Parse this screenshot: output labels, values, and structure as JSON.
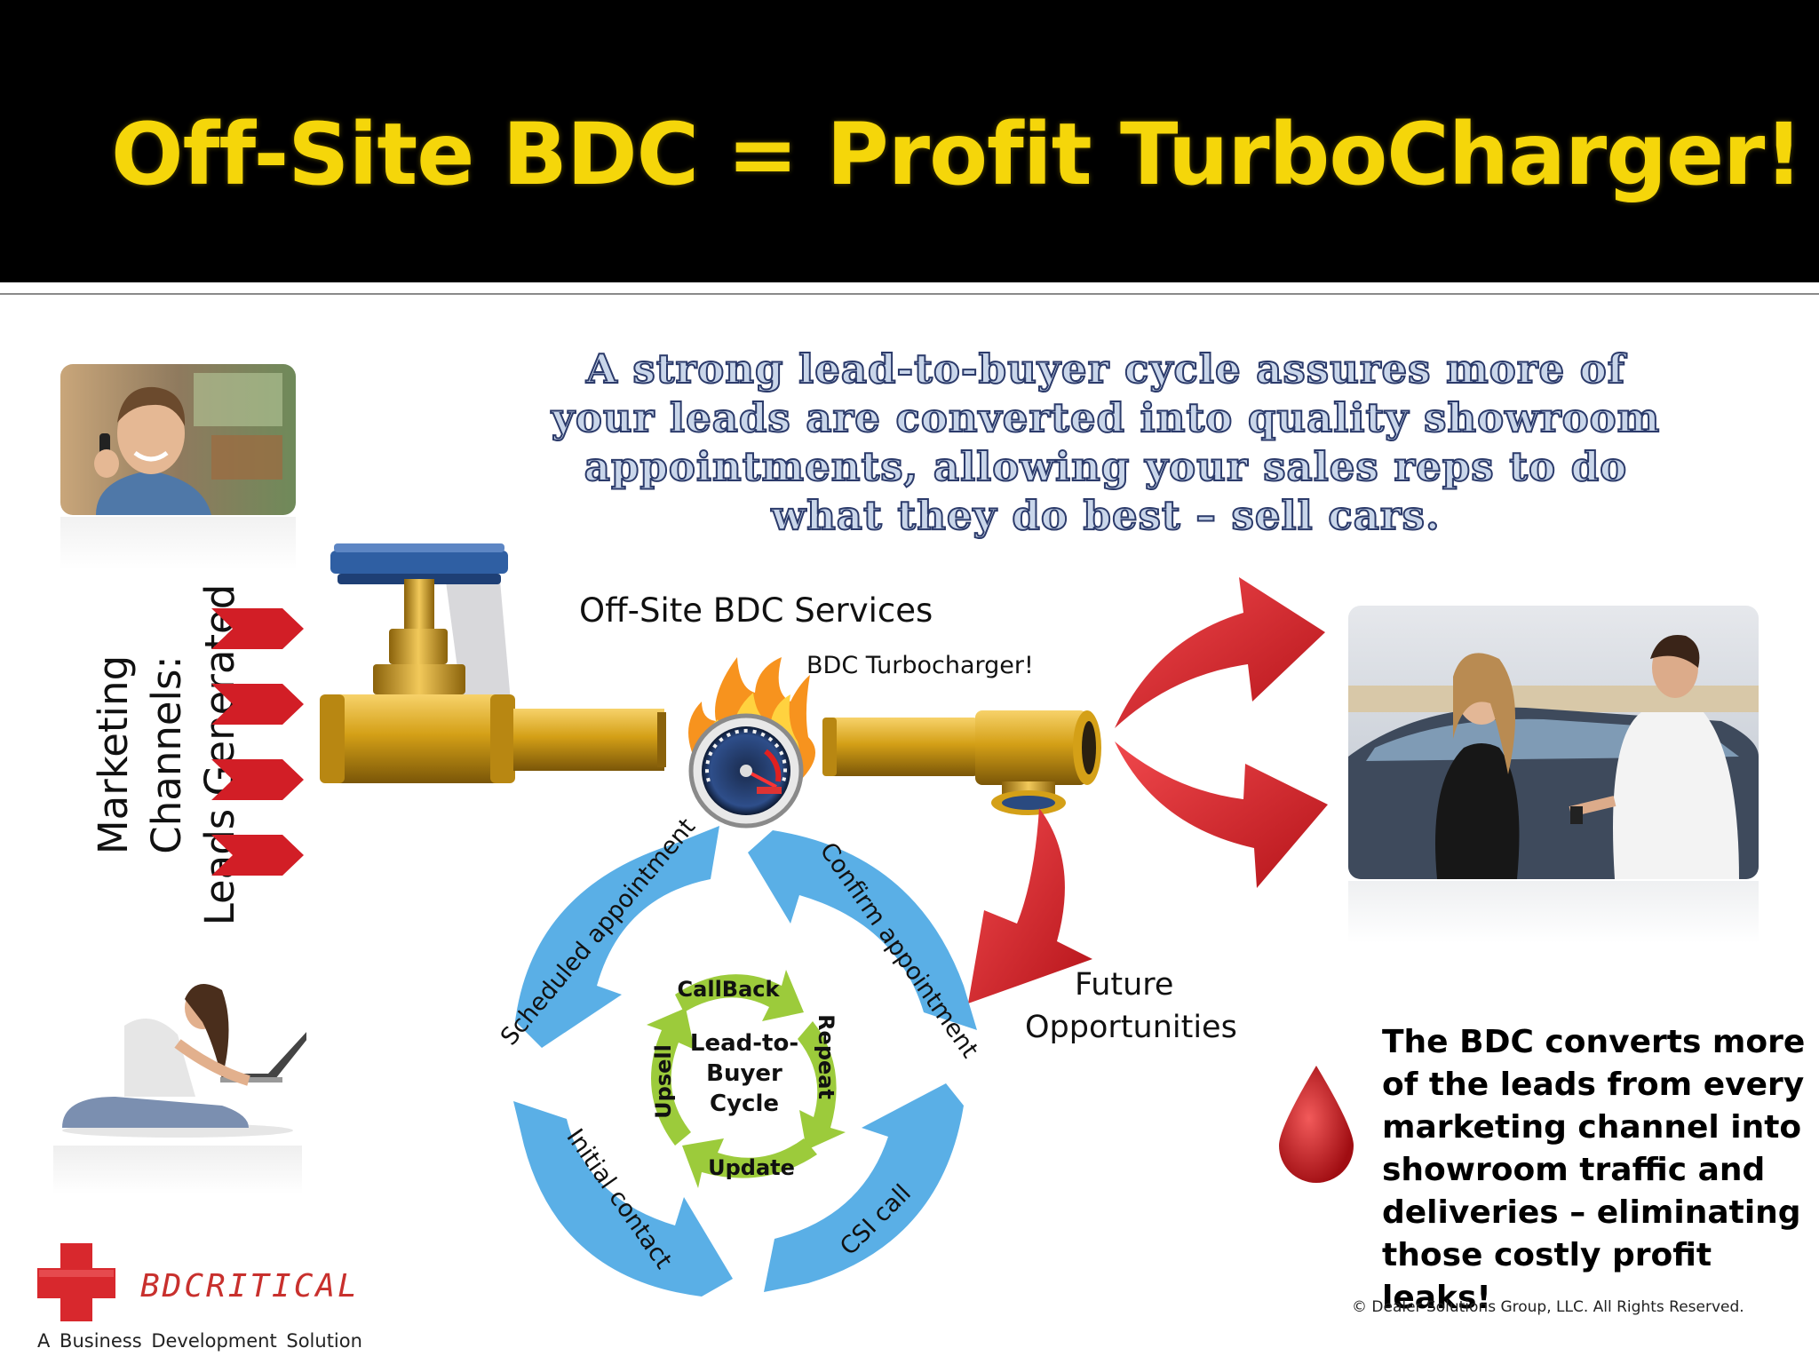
{
  "slide": {
    "title": "Off-Site BDC = Profit TurboCharger!",
    "tagline": "A strong lead-to-buyer cycle assures more of your leads are converted into quality showroom appointments, allowing your sales reps to do what they do best – sell cars.",
    "vertical_label_line1": "Marketing Channels:",
    "vertical_label_line2": "Leads Generated",
    "services_label": "Off-Site BDC Services",
    "turbo_label": "BDC Turbocharger!",
    "future_line1": "Future",
    "future_line2": "Opportunities",
    "bottom_message": "The BDC converts more of the leads from every marketing channel into showroom traffic and deliveries – eliminating those costly profit leaks!",
    "copyright": "© Dealer Solutions Group, LLC. All Rights Reserved.",
    "logo_name": "BDCRITICAL",
    "logo_tagline": "A Business Development Solution"
  },
  "cycle": {
    "outer": [
      "Scheduled appointment",
      "Confirm appointment",
      "CSI call",
      "Initial contact"
    ],
    "inner": [
      "CallBack",
      "Repeat",
      "Update",
      "Upsell"
    ],
    "center_line1": "Lead-to-",
    "center_line2": "Buyer",
    "center_line3": "Cycle"
  },
  "colors": {
    "title": "#f5d60a",
    "header_bg": "#000000",
    "outer_cycle": "#5aafe6",
    "inner_cycle": "#9ccb3b",
    "arrow_red": "#d81f26",
    "pipe_gold": "#d4a017",
    "valve_blue": "#2f5fa3"
  },
  "icons": [
    "valve-icon",
    "turbocharger-gauge-icon",
    "flame-icon",
    "tee-pipe-icon",
    "blood-drop-icon",
    "red-cross-logo-icon",
    "chevron-arrow-icon"
  ]
}
